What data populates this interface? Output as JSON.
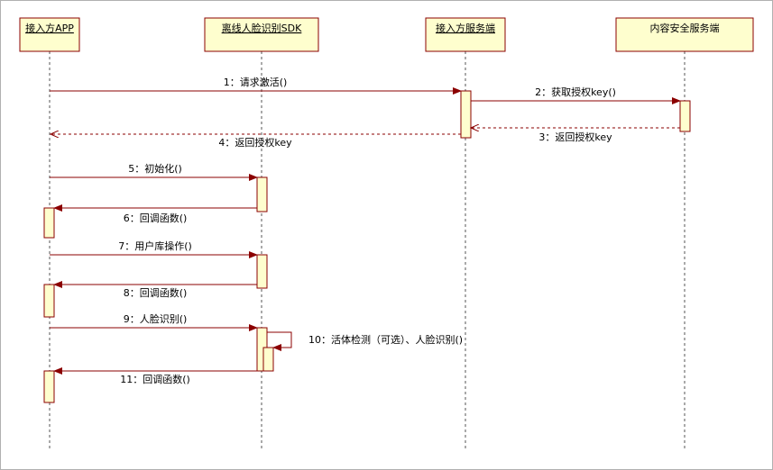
{
  "participants": [
    {
      "id": "app",
      "label": "接入方APP"
    },
    {
      "id": "sdk",
      "label": "离线人脸识别SDK"
    },
    {
      "id": "server",
      "label": "接入方服务端"
    },
    {
      "id": "sec",
      "label": "内容安全服务端"
    }
  ],
  "messages": [
    {
      "label": "1：请求激活()",
      "kind": "sync"
    },
    {
      "label": "2：获取授权key()",
      "kind": "sync"
    },
    {
      "label": "3：返回授权key",
      "kind": "return"
    },
    {
      "label": "4：返回授权key",
      "kind": "return"
    },
    {
      "label": "5：初始化()",
      "kind": "sync"
    },
    {
      "label": "6：回调函数()",
      "kind": "sync"
    },
    {
      "label": "7：用户库操作()",
      "kind": "sync"
    },
    {
      "label": "8：回调函数()",
      "kind": "sync"
    },
    {
      "label": "9：人脸识别()",
      "kind": "sync"
    },
    {
      "label": "10：活体检测（可选）、人脸识别()",
      "kind": "self"
    },
    {
      "label": "11：回调函数()",
      "kind": "sync"
    }
  ],
  "colors": {
    "header_fill": "#fefece",
    "header_stroke": "#8b0000",
    "arrow": "#8b0000",
    "lifeline": "#555555",
    "frame": "#b0b0b0"
  }
}
